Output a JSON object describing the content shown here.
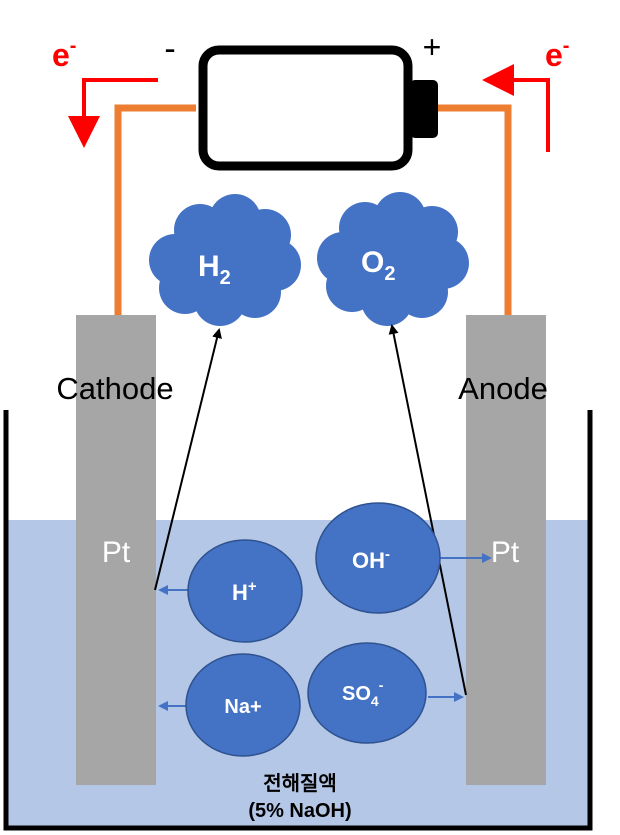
{
  "electron_left": {
    "base": "e",
    "sup": "-"
  },
  "electron_right": {
    "base": "e",
    "sup": "-"
  },
  "terminal_negative": "-",
  "terminal_positive": "+",
  "gas_h2": {
    "base": "H",
    "sub": "2"
  },
  "gas_o2": {
    "base": "O",
    "sub": "2"
  },
  "cathode_label": "Cathode",
  "anode_label": "Anode",
  "cathode_material": "Pt",
  "anode_material": "Pt",
  "ions": {
    "h": {
      "base": "H",
      "sup": "+"
    },
    "oh": {
      "base": "OH",
      "sup": "-"
    },
    "na": {
      "base": "Na+"
    },
    "so4": {
      "base": "SO",
      "sub": "4",
      "sup": "-"
    }
  },
  "electrolyte_name": "전해질액",
  "electrolyte_formula": "(5% NaOH)",
  "colors": {
    "electron_arrow": "#ff0000",
    "wire": "#ed7d31",
    "electrolyte": "#b4c7e7",
    "electrode": "#a6a6a6",
    "ion": "#4472c4",
    "gas_cloud": "#4472c4",
    "migration_arrow": "#4472c4"
  }
}
